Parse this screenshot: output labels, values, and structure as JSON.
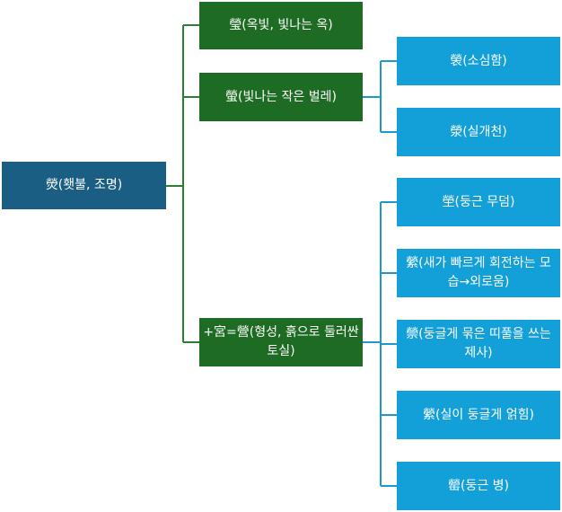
{
  "diagram": {
    "root": {
      "label": "熒(횃불, 조명)"
    },
    "level1": [
      {
        "label": "瑩(옥빛, 빛나는 옥)"
      },
      {
        "label": "螢(빛나는 작은 벌레)"
      },
      {
        "label": "+宮=營(형성, 흙으로 둘러싼 토실)"
      }
    ],
    "level2": [
      {
        "label": "褮(소심함)"
      },
      {
        "label": "滎(실개천)"
      },
      {
        "label": "塋(둥근 무덤)"
      },
      {
        "label": "縈(새가 빠르게 회전하는 모습→외로움)"
      },
      {
        "label": "禜(둥글게 묶은 띠풀을 쓰는 제사)"
      },
      {
        "label": "縈(실이 둥글게 얽힘)"
      },
      {
        "label": "罃(둥근 병)"
      }
    ]
  }
}
